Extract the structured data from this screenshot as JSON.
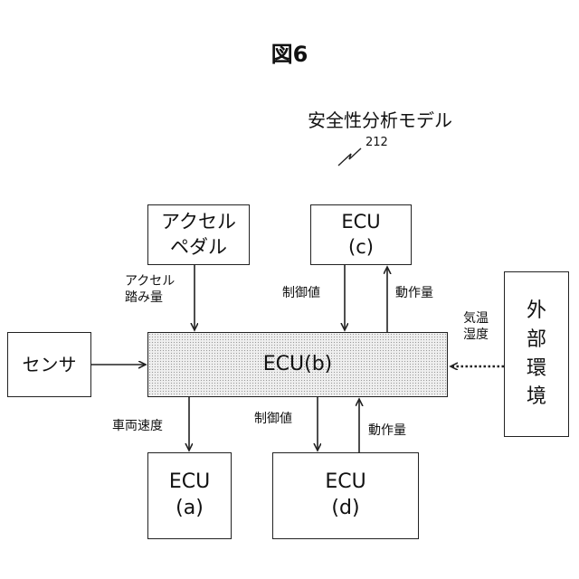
{
  "figure_title": "図6",
  "model": {
    "title": "安全性分析モデル",
    "ref_number": "212"
  },
  "blocks": {
    "accel_pedal": "アクセル\nペダル",
    "ecu_c": "ECU\n(c)",
    "sensor": "センサ",
    "ecu_b": "ECU(b)",
    "external_env": "外\n部\n環\n境",
    "ecu_a": "ECU\n(a)",
    "ecu_d": "ECU\n(d)"
  },
  "signals": {
    "accel_depression": "アクセル\n踏み量",
    "control_value_c": "制御値",
    "operation_amount_c": "動作量",
    "temperature_humidity": "気温\n湿度",
    "vehicle_speed": "車両速度",
    "control_value_d": "制御値",
    "operation_amount_d": "動作量"
  }
}
